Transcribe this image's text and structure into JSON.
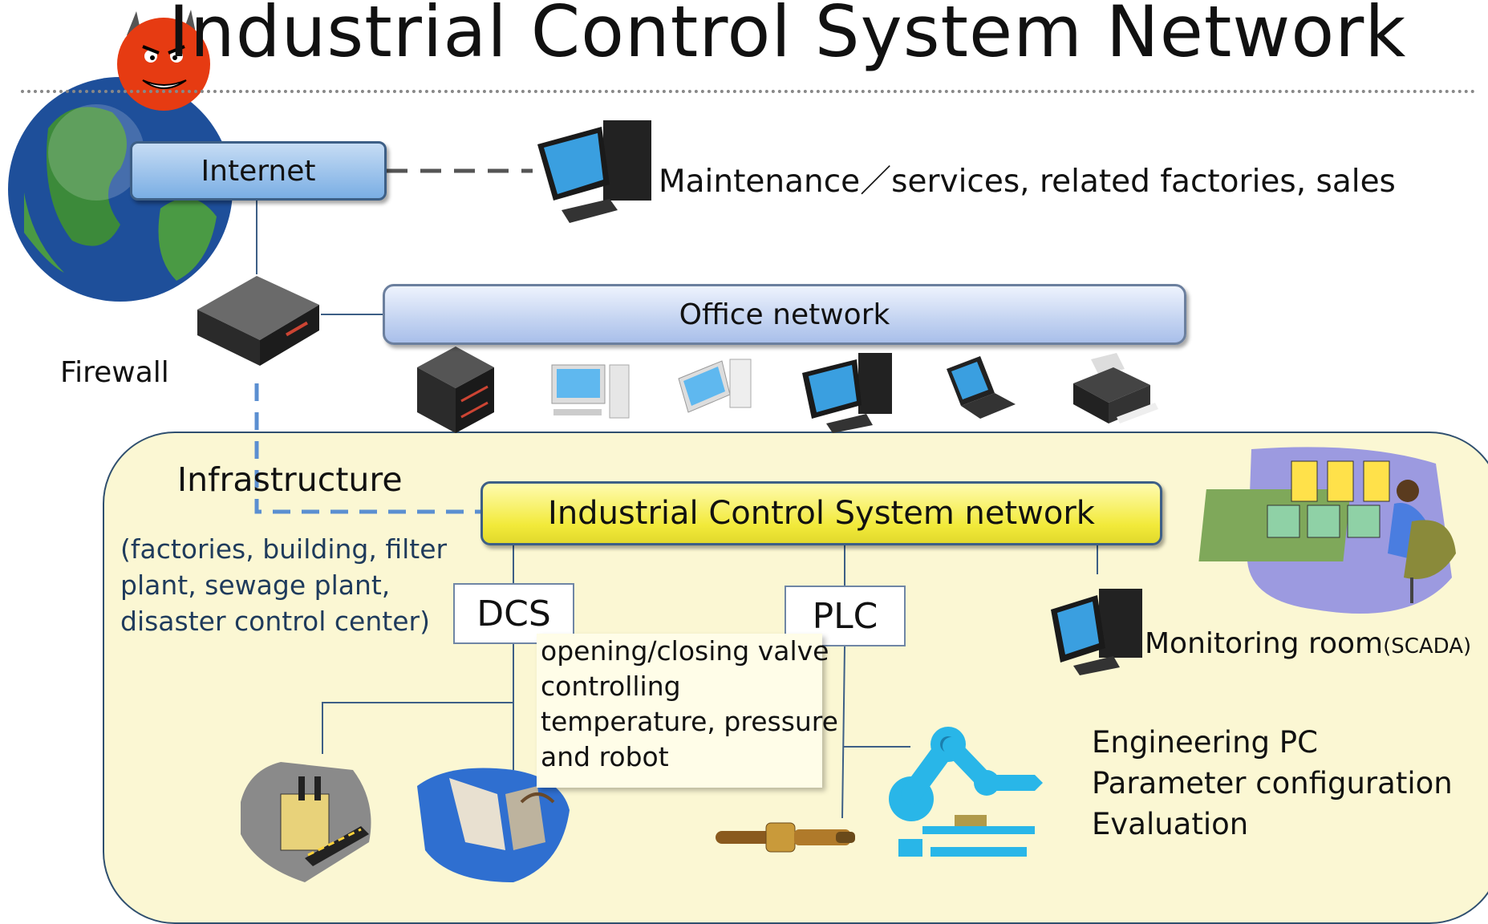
{
  "title": "Industrial Control System Network",
  "internet_label": "Internet",
  "maintenance_label": "Maintenance／services, related factories, sales",
  "office_network_label": "Office network",
  "firewall_label": "Firewall",
  "infrastructure": {
    "title": "Infrastructure",
    "lines": [
      "(factories, building, filter",
      "plant, sewage plant,",
      "disaster control center)"
    ]
  },
  "ics_network_label": "Industrial Control System network",
  "dcs_label": "DCS",
  "plc_label": "PLC",
  "dcs_note": [
    "opening/closing valve",
    "controlling",
    "temperature, pressure",
    "and robot"
  ],
  "monitoring": {
    "label": "Monitoring room",
    "suffix": "(SCADA)"
  },
  "engineering": [
    "Engineering PC",
    "Parameter configuration",
    "Evaluation"
  ],
  "colors": {
    "internet_bar": "#7aaee4",
    "office_bar": "#c3d3f1",
    "ics_bar": "#f2ea3a",
    "infrastructure_bg": "#fbf7d3",
    "dashed_link_blue": "#5b8fd1",
    "dashed_link_gray": "#555555"
  },
  "icons": [
    "devil-icon",
    "globe-icon",
    "firewall-icon",
    "desktop-pc-icon",
    "server-icon",
    "workstation-icon",
    "laptop-icon",
    "printer-icon",
    "control-room-icon",
    "factory-icon",
    "dam-icon",
    "sensor-icon",
    "robot-arm-icon"
  ]
}
